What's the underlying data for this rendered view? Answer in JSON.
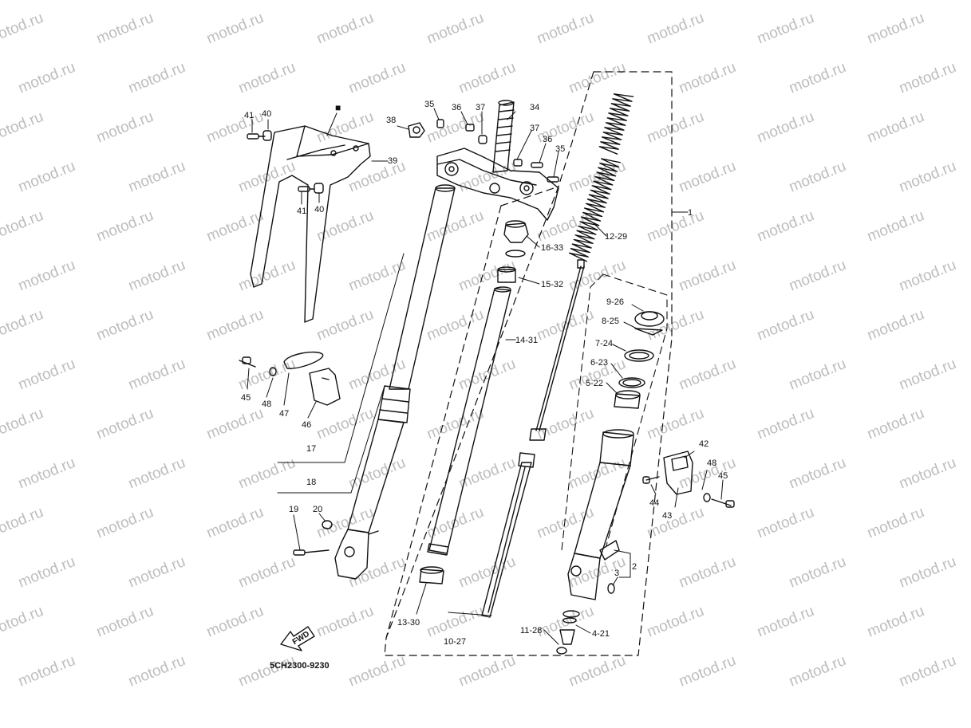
{
  "watermark": "motod.ru",
  "diagram_code": "5CH2300-9230",
  "fwd_label": "FWD",
  "new_part_marker": "■",
  "colors": {
    "line": "#111111",
    "watermark": "#bdbdbd",
    "background": "#ffffff"
  },
  "callouts": {
    "c1": "1",
    "c2": "2",
    "c3": "3",
    "c4_21": "4-21",
    "c5_22": "5-22",
    "c6_23": "6-23",
    "c7_24": "7-24",
    "c8_25": "8-25",
    "c9_26": "9-26",
    "c10_27": "10-27",
    "c11_28": "11-28",
    "c12_29": "12-29",
    "c13_30": "13-30",
    "c14_31": "14-31",
    "c15_32": "15-32",
    "c16_33": "16-33",
    "c17": "17",
    "c18": "18",
    "c19": "19",
    "c20": "20",
    "c34": "34",
    "c35a": "35",
    "c35b": "35",
    "c36a": "36",
    "c36b": "36",
    "c37a": "37",
    "c37b": "37",
    "c38": "38",
    "c39": "39",
    "c40a": "40",
    "c40b": "40",
    "c41a": "41",
    "c41b": "41",
    "c42": "42",
    "c43": "43",
    "c44": "44",
    "c45a": "45",
    "c45b": "45",
    "c46": "46",
    "c47": "47",
    "c48a": "48",
    "c48b": "48"
  }
}
